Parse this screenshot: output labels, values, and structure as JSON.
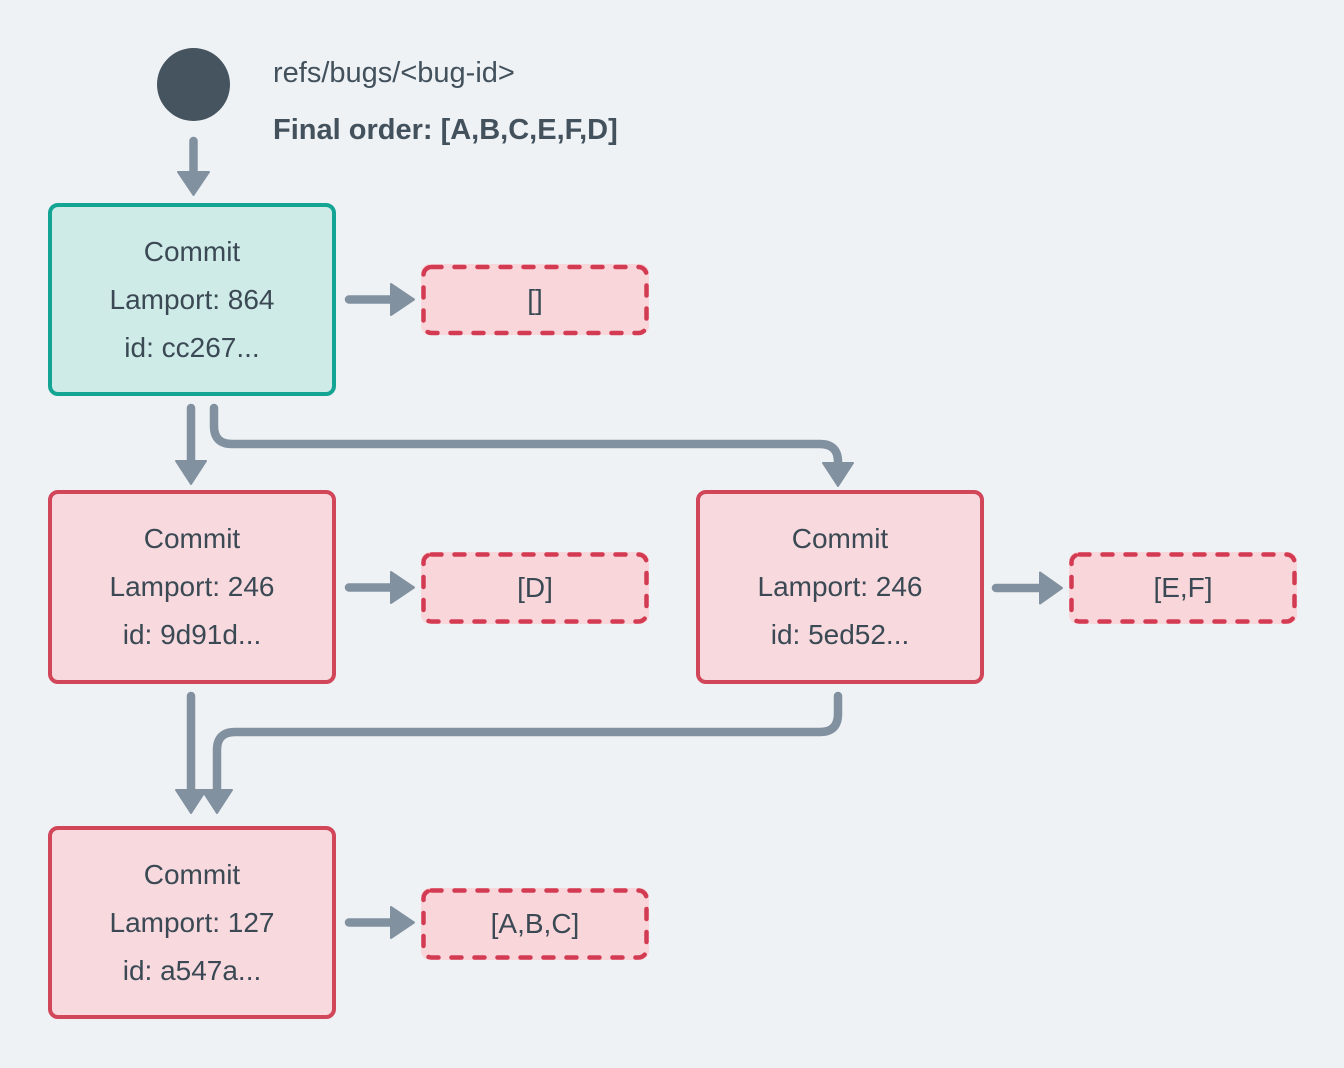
{
  "header": {
    "ref_name": "refs/bugs/<bug-id>",
    "final_order": "Final order: [A,B,C,E,F,D]"
  },
  "nodes": {
    "root": {
      "title": "Commit",
      "lamport": "Lamport: 864",
      "id": "id: cc267...",
      "operations": "[]"
    },
    "left": {
      "title": "Commit",
      "lamport": "Lamport: 246",
      "id": "id: 9d91d...",
      "operations": "[D]"
    },
    "right": {
      "title": "Commit",
      "lamport": "Lamport: 246",
      "id": "id: 5ed52...",
      "operations": "[E,F]"
    },
    "bottom": {
      "title": "Commit",
      "lamport": "Lamport: 127",
      "id": "id: a547a...",
      "operations": "[A,B,C]"
    }
  },
  "icons": {
    "ref_head": "filled-circle",
    "arrow_style": "solid-gray-arrow"
  },
  "colors": {
    "background": "#eff2f5",
    "arrow": "#8191a0",
    "ref_circle": "#45545f",
    "commit_green_border": "#14a494",
    "commit_green_fill": "#cfebe8",
    "commit_red_border": "#d24659",
    "commit_red_fill": "#f7d9de",
    "ops_border": "#d33b52",
    "ops_fill": "#f8d6da",
    "text": "#3b4954",
    "text_header": "#42515c"
  }
}
